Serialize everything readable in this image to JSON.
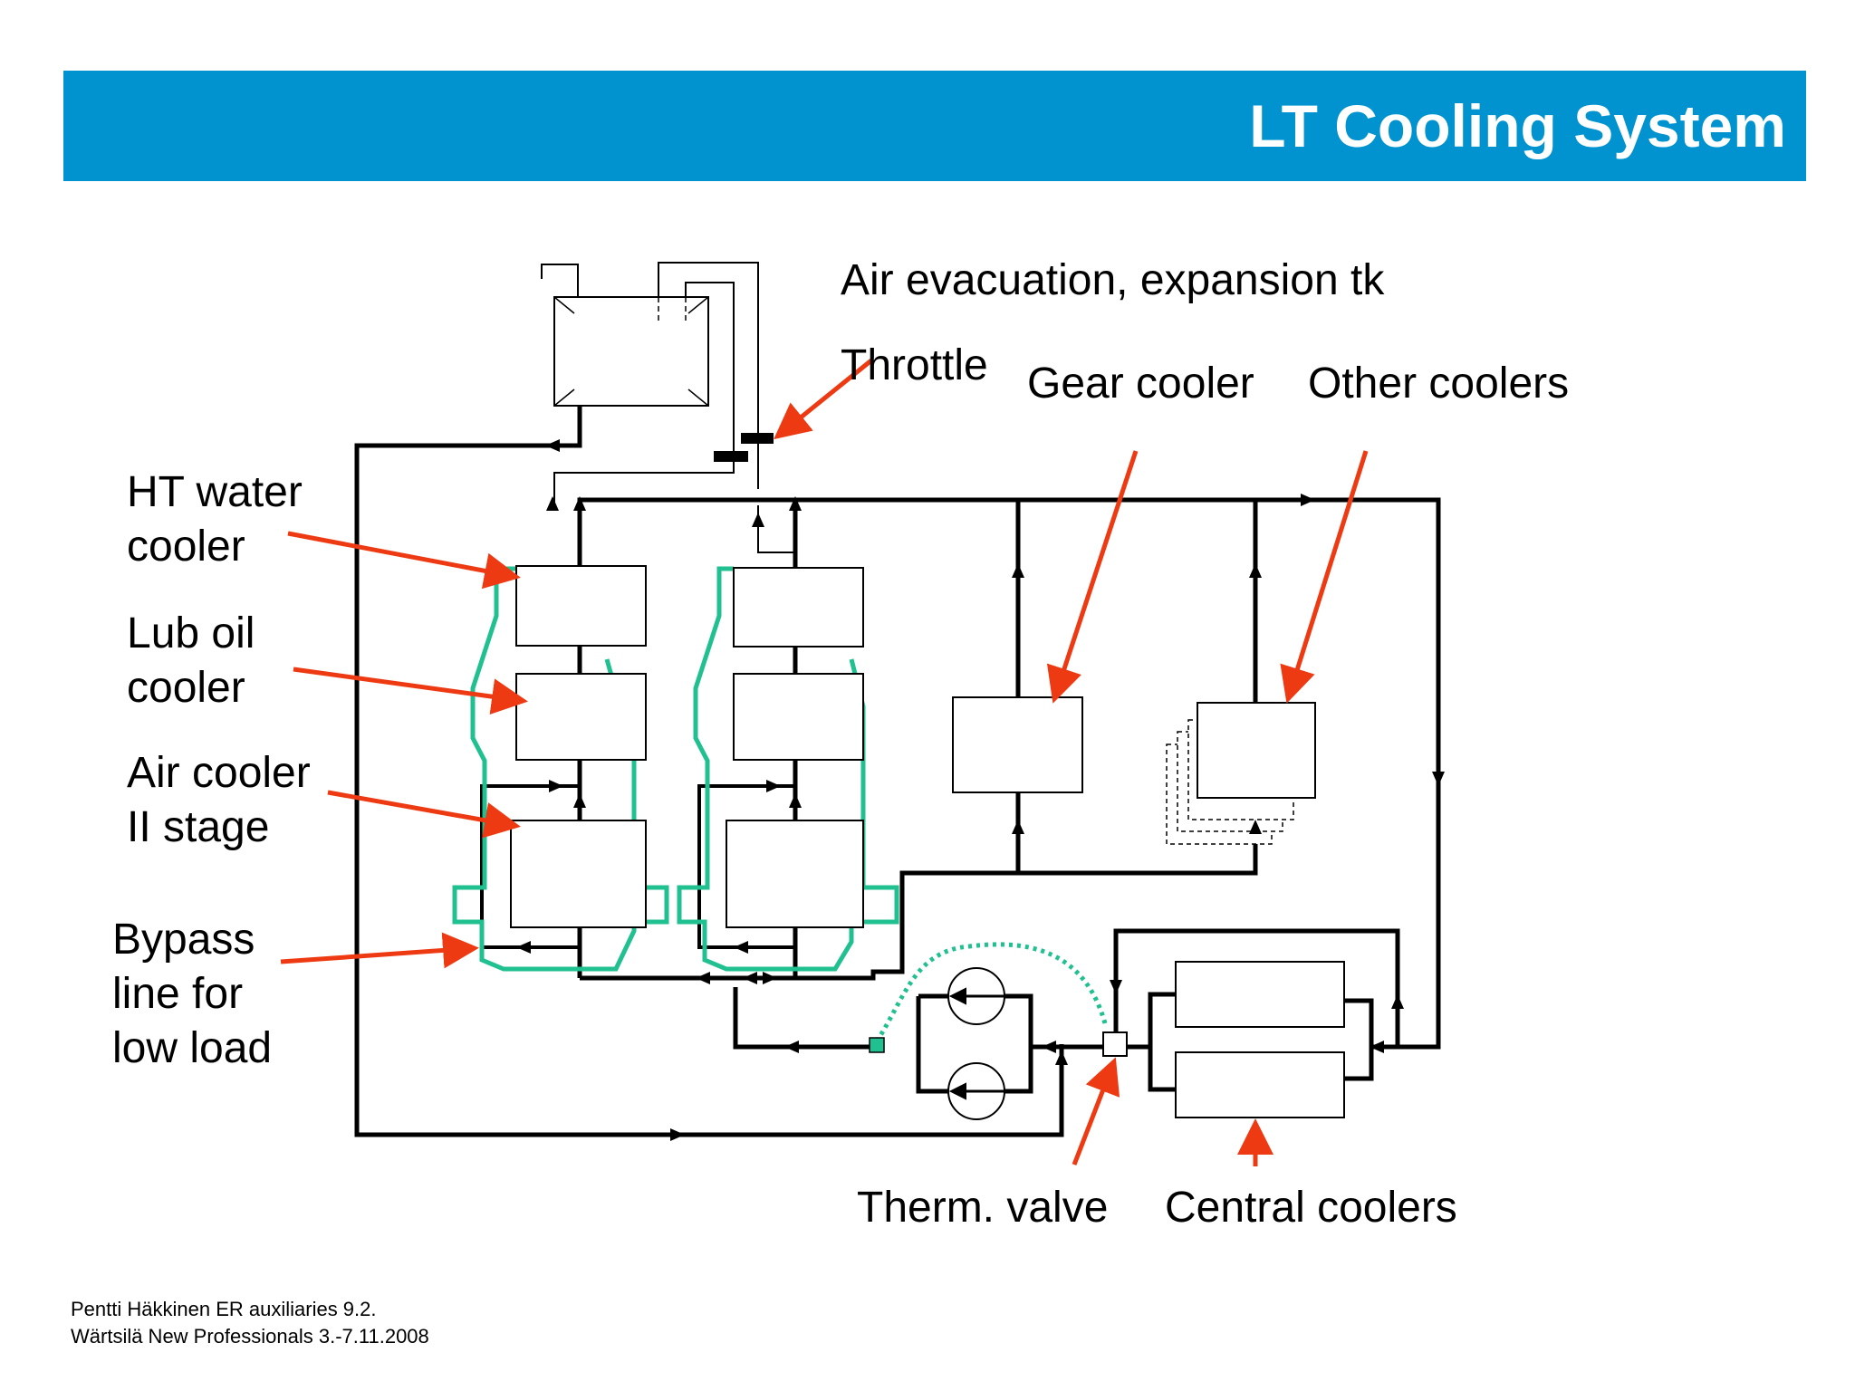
{
  "title": "LT Cooling System",
  "labels": {
    "air_evacuation": "Air evacuation, expansion tk",
    "throttle": "Throttle",
    "gear_cooler": "Gear cooler",
    "other_coolers": "Other coolers",
    "ht_water_cooler": [
      "HT water",
      "cooler"
    ],
    "lub_oil_cooler": [
      "Lub oil",
      "cooler"
    ],
    "air_cooler": [
      "Air cooler",
      "II stage"
    ],
    "bypass": [
      "Bypass",
      "line for",
      "low load"
    ],
    "therm_valve": "Therm. valve",
    "central_coolers": "Central coolers"
  },
  "footer": {
    "line1": "Pentti Häkkinen ER auxiliaries 9.2.",
    "line2": "Wärtsilä New Professionals 3.-7.11.2008"
  },
  "colors": {
    "title_bar": "#0093d0",
    "pipe": "#000000",
    "ht_bypass": "#20c090",
    "pointer_arrow": "#ee3a12"
  }
}
